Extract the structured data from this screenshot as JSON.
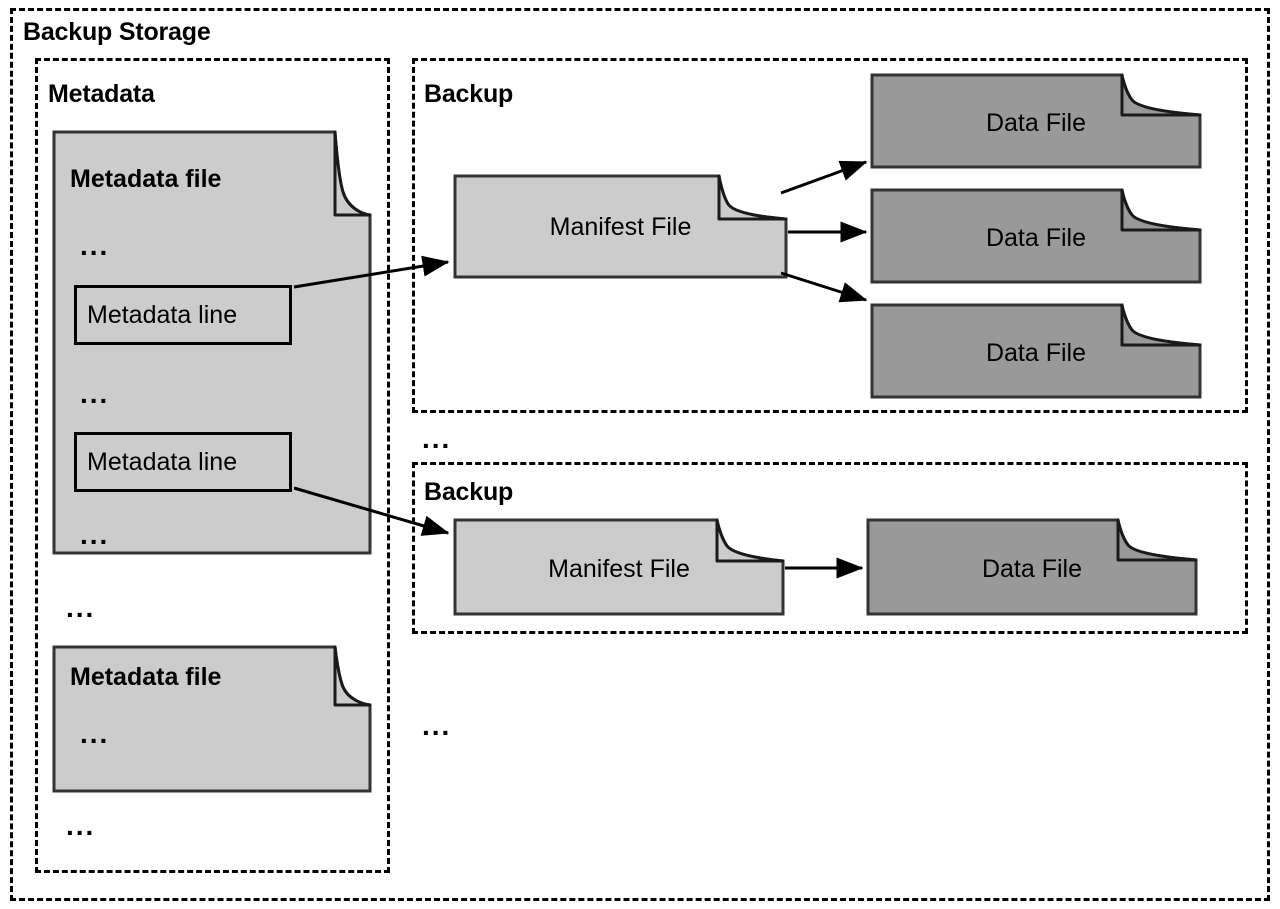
{
  "diagram": {
    "title": "Backup Storage",
    "colors": {
      "outline": "#000000",
      "metadata_file_fill": "#cccccc",
      "manifest_file_fill": "#cccccc",
      "data_file_fill": "#999999",
      "background": "#ffffff"
    },
    "sections": {
      "metadata": {
        "title": "Metadata",
        "files": [
          {
            "label": "Metadata file",
            "ellipsis_top": "...",
            "lines": [
              {
                "label": "Metadata line"
              },
              {
                "label": "Metadata line"
              }
            ],
            "ellipsis_middle": "...",
            "ellipsis_bottom": "..."
          },
          {
            "label": "Metadata file",
            "ellipsis_inner": "..."
          }
        ],
        "ellipsis_between_files": "...",
        "ellipsis_after_files": "..."
      },
      "backups": [
        {
          "title": "Backup",
          "manifest": {
            "label": "Manifest File"
          },
          "data_files": [
            {
              "label": "Data File"
            },
            {
              "label": "Data File"
            },
            {
              "label": "Data File"
            }
          ]
        },
        {
          "title": "Backup",
          "manifest": {
            "label": "Manifest File"
          },
          "data_files": [
            {
              "label": "Data File"
            }
          ]
        }
      ],
      "ellipsis_between_backups": "...",
      "ellipsis_after_backups": "..."
    }
  }
}
